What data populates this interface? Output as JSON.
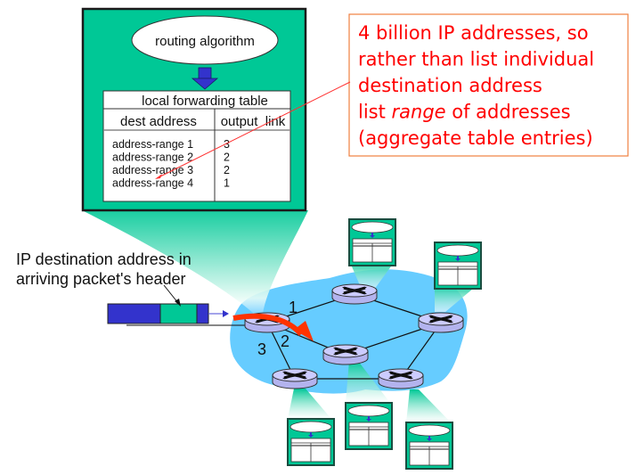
{
  "big_router_panel": {
    "algorithm_label": "routing algorithm",
    "table_title": "local forwarding table",
    "col_dest": "dest address",
    "col_link": "output  link",
    "rows": [
      {
        "dest": "address-range 1",
        "link": "3"
      },
      {
        "dest": "address-range 2",
        "link": "2"
      },
      {
        "dest": "address-range 3",
        "link": "2"
      },
      {
        "dest": "address-range 4",
        "link": "1"
      }
    ]
  },
  "callout": {
    "lines": [
      {
        "before": "4 billion IP addresses, so",
        "italic": "",
        "after": ""
      },
      {
        "before": "rather than list individual",
        "italic": "",
        "after": ""
      },
      {
        "before": "destination address",
        "italic": "",
        "after": ""
      },
      {
        "before": "list ",
        "italic": "range",
        "after": " of addresses"
      },
      {
        "before": "(aggregate table entries)",
        "italic": "",
        "after": ""
      }
    ]
  },
  "packet_label": {
    "line1": "IP destination address in",
    "line2": "arriving packet's header"
  },
  "link_labels": {
    "link1": "1",
    "link2": "2",
    "link3": "3"
  },
  "colors": {
    "panel_green": "#00c896",
    "network_cloud": "#66ccff",
    "router_fill": "#ccccff",
    "packet_blue": "#3333cc",
    "arrow_blue": "#3333cc",
    "route_arrow": "#ff3300",
    "callout_text": "#ff0000",
    "callout_border": "#f08040"
  }
}
